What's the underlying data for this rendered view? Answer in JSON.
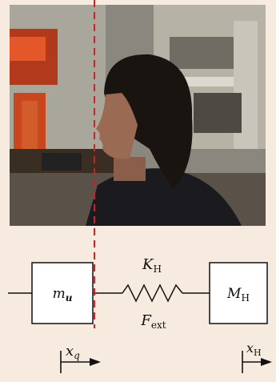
{
  "diagram": {
    "mass_robot": {
      "base": "m",
      "sub": "u"
    },
    "mass_human": {
      "base": "M",
      "sub": "H"
    },
    "spring": {
      "base": "K",
      "sub": "H"
    },
    "force": {
      "base": "F",
      "sub": "ext"
    },
    "coord_robot": {
      "base": "x",
      "sub": "q"
    },
    "coord_human": {
      "base": "x",
      "sub": "H"
    }
  },
  "colors": {
    "background": "#f7ebe0",
    "dashed_line": "#d42020",
    "stroke": "#111111"
  }
}
